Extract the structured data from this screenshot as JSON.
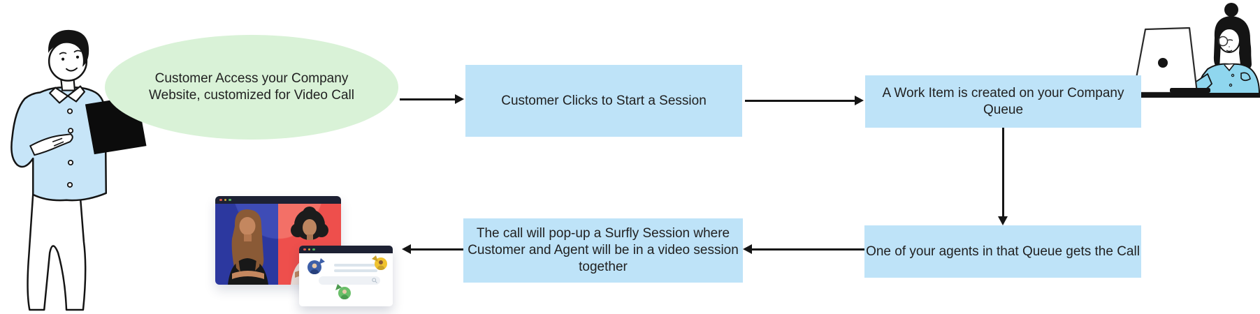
{
  "page": {
    "background": "#ffffff"
  },
  "colors": {
    "node_fill_blue": "#bee3f8",
    "node_fill_green": "#d9f2d7",
    "ink": "#151515",
    "text": "#212121",
    "browser_bar": "#1d2133",
    "video_left_panel": "#2c389f",
    "video_right_panel": "#ee4f4c",
    "dot_red": "#e0564d",
    "dot_yellow": "#cfa83a",
    "dot_green": "#55b45e",
    "shirt_blue_light": "#c7e5f8",
    "shirt_blue_cyan": "#8fd6ee",
    "avatar_blue": "#3d5fa8",
    "avatar_yellow": "#f0c330",
    "avatar_green": "#6abf69"
  },
  "flow": {
    "nodes": {
      "start": {
        "type": "ellipse",
        "label": "Customer Access your Company Website, customized for Video Call"
      },
      "click": {
        "type": "process",
        "label": "Customer Clicks to Start a Session"
      },
      "workitem": {
        "type": "process",
        "label": "A Work Item is created on your Company Queue"
      },
      "agent": {
        "type": "process",
        "label": "One of your agents in that Queue gets the Call"
      },
      "popup": {
        "type": "process",
        "label": "The call will pop-up a Surfly Session where Customer and Agent will be in a video session together"
      }
    },
    "edges": [
      {
        "from": "start",
        "to": "click",
        "direction": "right"
      },
      {
        "from": "click",
        "to": "workitem",
        "direction": "right"
      },
      {
        "from": "workitem",
        "to": "agent",
        "direction": "down"
      },
      {
        "from": "agent",
        "to": "popup",
        "direction": "left"
      },
      {
        "from": "popup",
        "to": "video-call-mockup",
        "direction": "left"
      }
    ]
  },
  "illustrations": {
    "customer": "man-standing-with-laptop-illustration",
    "agent_desk": "woman-at-desk-with-laptop-illustration",
    "video_mockup": "browser-windows-video-call-mockup"
  }
}
